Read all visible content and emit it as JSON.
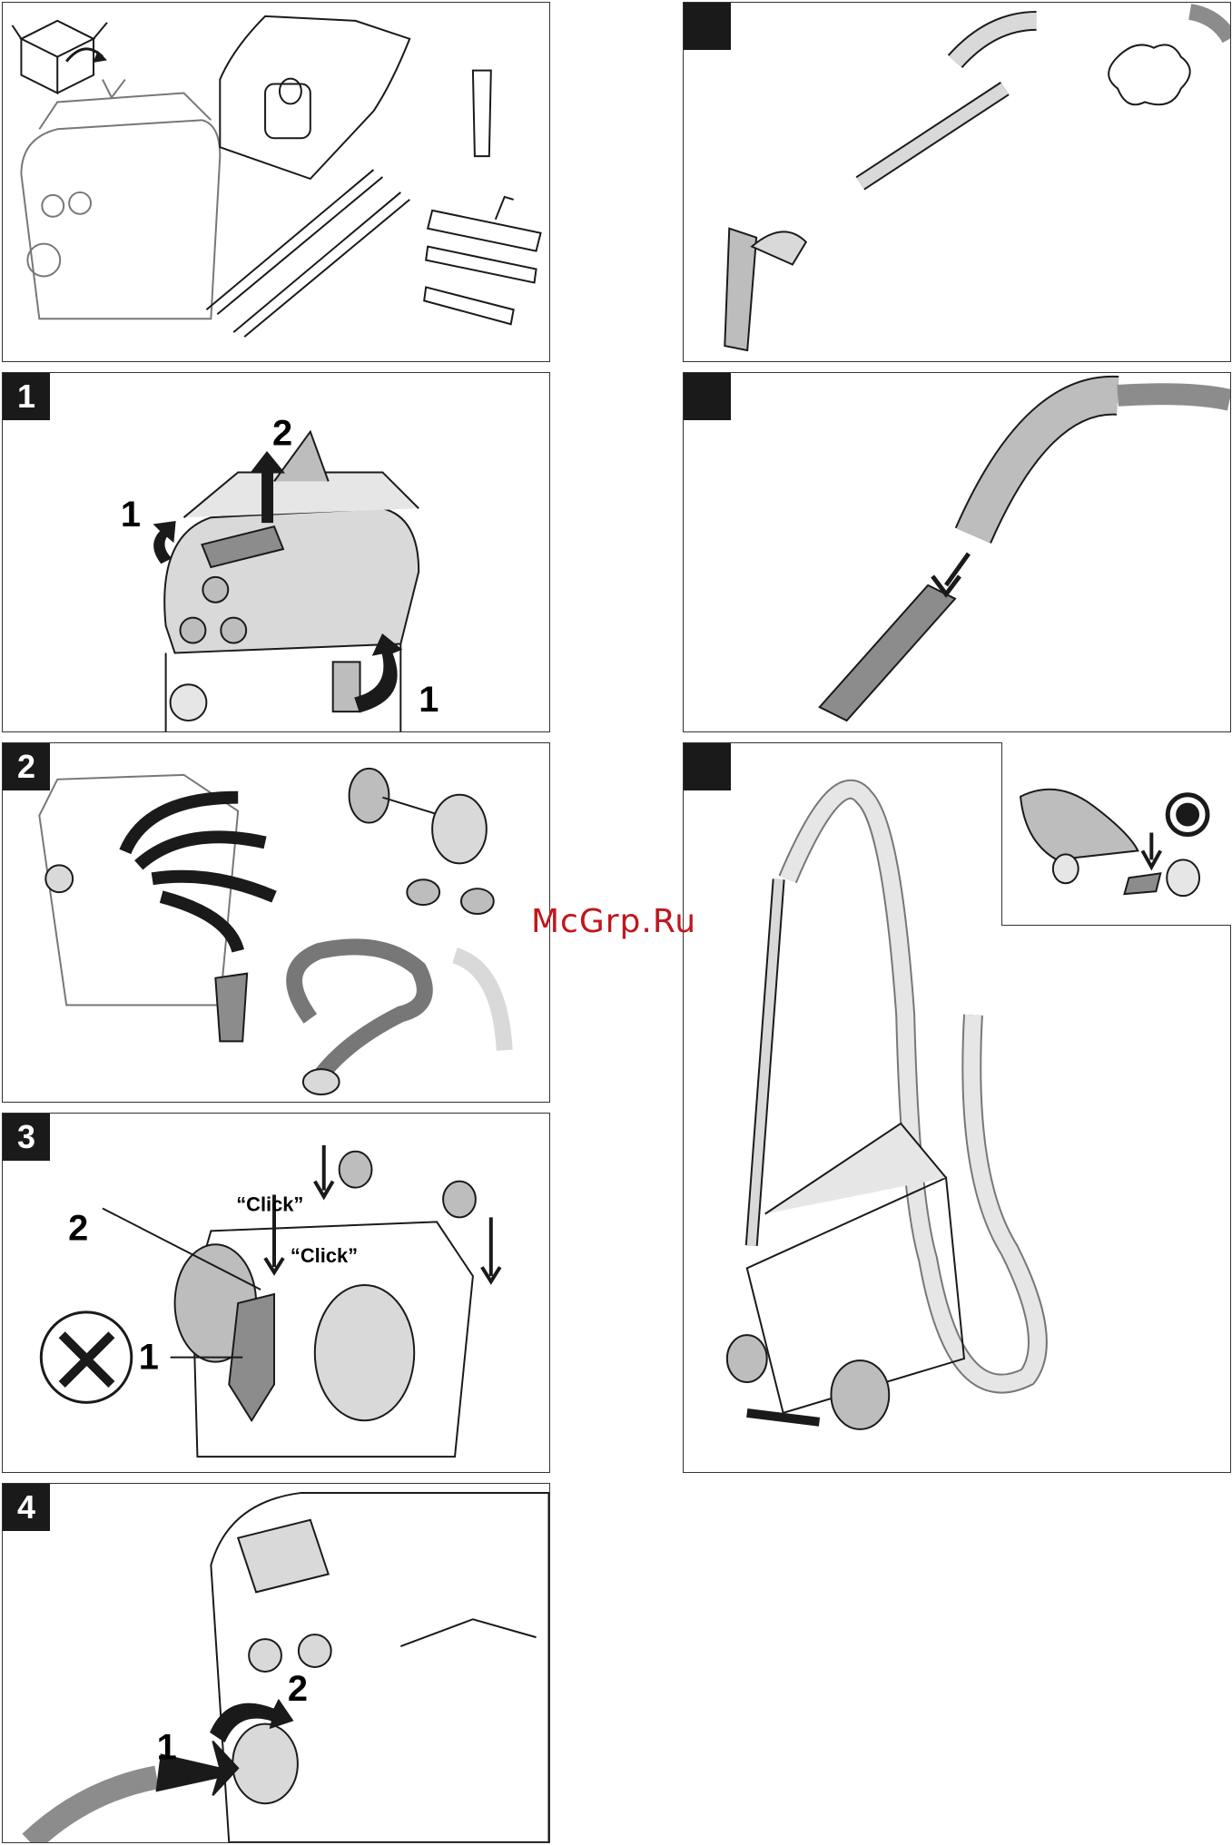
{
  "panels": {
    "p0": {
      "badge": ""
    },
    "p1": {
      "badge": "1",
      "callouts": [
        "1",
        "2",
        "1"
      ]
    },
    "p2": {
      "badge": "2"
    },
    "p3": {
      "badge": "3",
      "callouts": [
        "2",
        "1"
      ],
      "click1": "“Click”",
      "click2": "“Click”"
    },
    "p4": {
      "badge": "4",
      "callouts": [
        "1",
        "2"
      ]
    },
    "r1": {
      "badge": ""
    },
    "r2": {
      "badge": ""
    },
    "r3": {
      "badge": ""
    }
  },
  "watermark": "McGrp.Ru",
  "colors": {
    "ink": "#1a1a1a",
    "fill": "#d9d9d9",
    "dark": "#8c8c8c",
    "watermark": "#c0171b"
  },
  "icons": [
    "unbox-icon",
    "prohibited-screw-icon",
    "brake-icon"
  ]
}
